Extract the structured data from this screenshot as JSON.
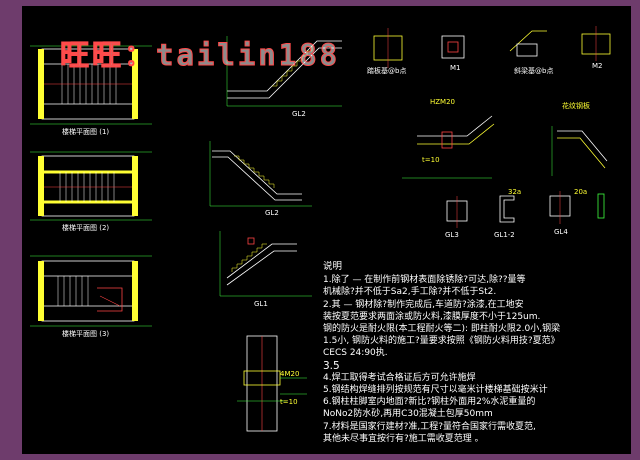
{
  "watermark": "旺旺：tailin188",
  "labels": {
    "plan1": "楼梯平面图 (1)",
    "plan2": "楼梯平面图 (2)",
    "plan3": "楼梯平面图 (3)",
    "gl2": "GL2",
    "gl2b": "GL2",
    "gl1": "GL1",
    "gl3": "GL3",
    "gl1_2": "GL1-2",
    "gl4": "GL4",
    "m1": "M1",
    "m2": "M2",
    "base_a": "踏板基@b点",
    "base_b": "斜梁基@b点",
    "hzm20": "HZM20",
    "hzm20b": "4M20",
    "t10": "t=10",
    "t10b": "t=10",
    "bracket": "花纹钢板",
    "c32a": "32a",
    "c20a": "20a"
  },
  "notes": {
    "title": "说明",
    "lines": [
      "1.除了 — 在制作前钢材表面除锈除?可达,除??量等",
      "  机械除?并不低于Sa2,手工除?并不低于St2.",
      "2.其 — 钢材除?制作完成后,车道防?涂漆,在工地安",
      "  装按夏范要求两面涂或防火料,漆膜厚度不小于125um.",
      "  钢的防火是耐火限(本工程耐火等二):     即柱耐火限2.0小,钢梁",
      "  1.5小, 钢防火料的施工?量要求按照《钢防火料用技?夏范》",
      "  CECS 24:90执.",
      "3.5",
      "4.焊工取得考试合格证后方可允许施焊",
      "5.钢结构焊缝排列按规范有尺寸以毫米计楼梯基础按米计",
      "6.钢柱柱脚室内地面?新比?钢柱外面用2%水泥重量的",
      "  NoNo2防水砂,再用C30混凝土包厚50mm",
      "7.材料是国家行建材?准,工程?量符合国家行需收夏范,",
      "  其他未尽事宜按行有?施工需收夏范理 。"
    ]
  }
}
